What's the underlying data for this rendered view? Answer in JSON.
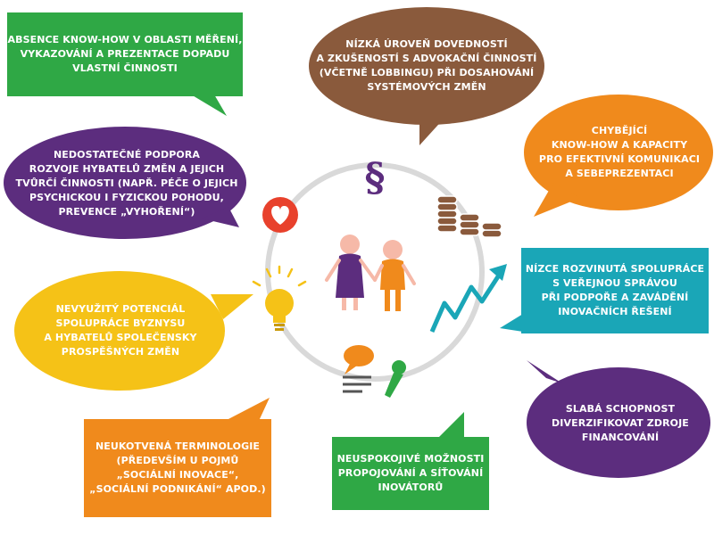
{
  "colors": {
    "green": "#2fa845",
    "brown": "#8a5a3c",
    "orange": "#f08a1c",
    "purple": "#5c2d7e",
    "teal": "#1aa6b7",
    "yellow": "#f5c217",
    "circle": "#d9d9d9",
    "heart": "#e8412c"
  },
  "bubbles": {
    "measurement": [
      "ABSENCE KNOW-HOW V OBLASTI MĚŘENÍ,",
      "VYKAZOVÁNÍ A PREZENTACE DOPADU",
      "VLASTNÍ ČINNOSTI"
    ],
    "advocacy": [
      "NÍZKÁ ÚROVEŇ DOVEDNOSTÍ",
      "A ZKUŠENOSTÍ S ADVOKAČNÍ ČINNOSTÍ",
      "(VČETNĚ LOBBINGU) PŘI DOSAHOVÁNÍ",
      "SYSTÉMOVÝCH ZMĚN"
    ],
    "communication": [
      "CHYBĚJÍCÍ",
      "KNOW-HOW A KAPACITY",
      "PRO EFEKTIVNÍ KOMUNIKACI",
      "A SEBEPREZENTACI"
    ],
    "support": [
      "NEDOSTATEČNÉ PODPORA",
      "ROZVOJE HYBATELŮ ZMĚN A JEJICH",
      "TVŮRČÍ ČINNOSTI (NAPŘ. PÉČE O JEJICH",
      "PSYCHICKOU I FYZICKOU POHODU,",
      "PREVENCE „VYHOŘENÍ“)"
    ],
    "public_sector": [
      "NÍZCE ROZVINUTÁ SPOLUPRÁCE",
      "S VEŘEJNOU SPRÁVOU",
      "PŘI PODPOŘE A ZAVÁDĚNÍ",
      "INOVAČNÍCH ŘEŠENÍ"
    ],
    "business": [
      "NEVYUŽITÝ POTENCIÁL",
      "SPOLUPRÁCE BYZNYSU",
      "A HYBATELŮ SPOLEČENSKY",
      "PROSPĚŠNÝCH ZMĚN"
    ],
    "funding": [
      "SLABÁ SCHOPNOST",
      "DIVERZIFIKOVAT ZDROJE",
      "FINANCOVÁNÍ"
    ],
    "terminology": [
      "NEUKOTVENÁ TERMINOLOGIE",
      "(PŘEDEVŠÍM U POJMŮ",
      "„SOCIÁLNÍ INOVACE“,",
      "„SOCIÁLNÍ PODNIKÁNÍ“ APOD.)"
    ],
    "networking": [
      "NEUSPOKOJIVÉ MOŽNOSTI",
      "PROPOJOVÁNÍ A SÍŤOVÁNÍ",
      "INOVÁTORŮ"
    ]
  },
  "icons": {
    "paragraph": "§",
    "paragraph_icon": "paragraph-icon",
    "coins_icon": "coins-icon",
    "heart_icon": "heart-icon",
    "chart_icon": "trend-arrow-icon",
    "bulb_icon": "lightbulb-icon",
    "chat_icon": "chat-bubble-icon",
    "mic_icon": "microphone-icon",
    "people_icon": "two-people-icon"
  }
}
